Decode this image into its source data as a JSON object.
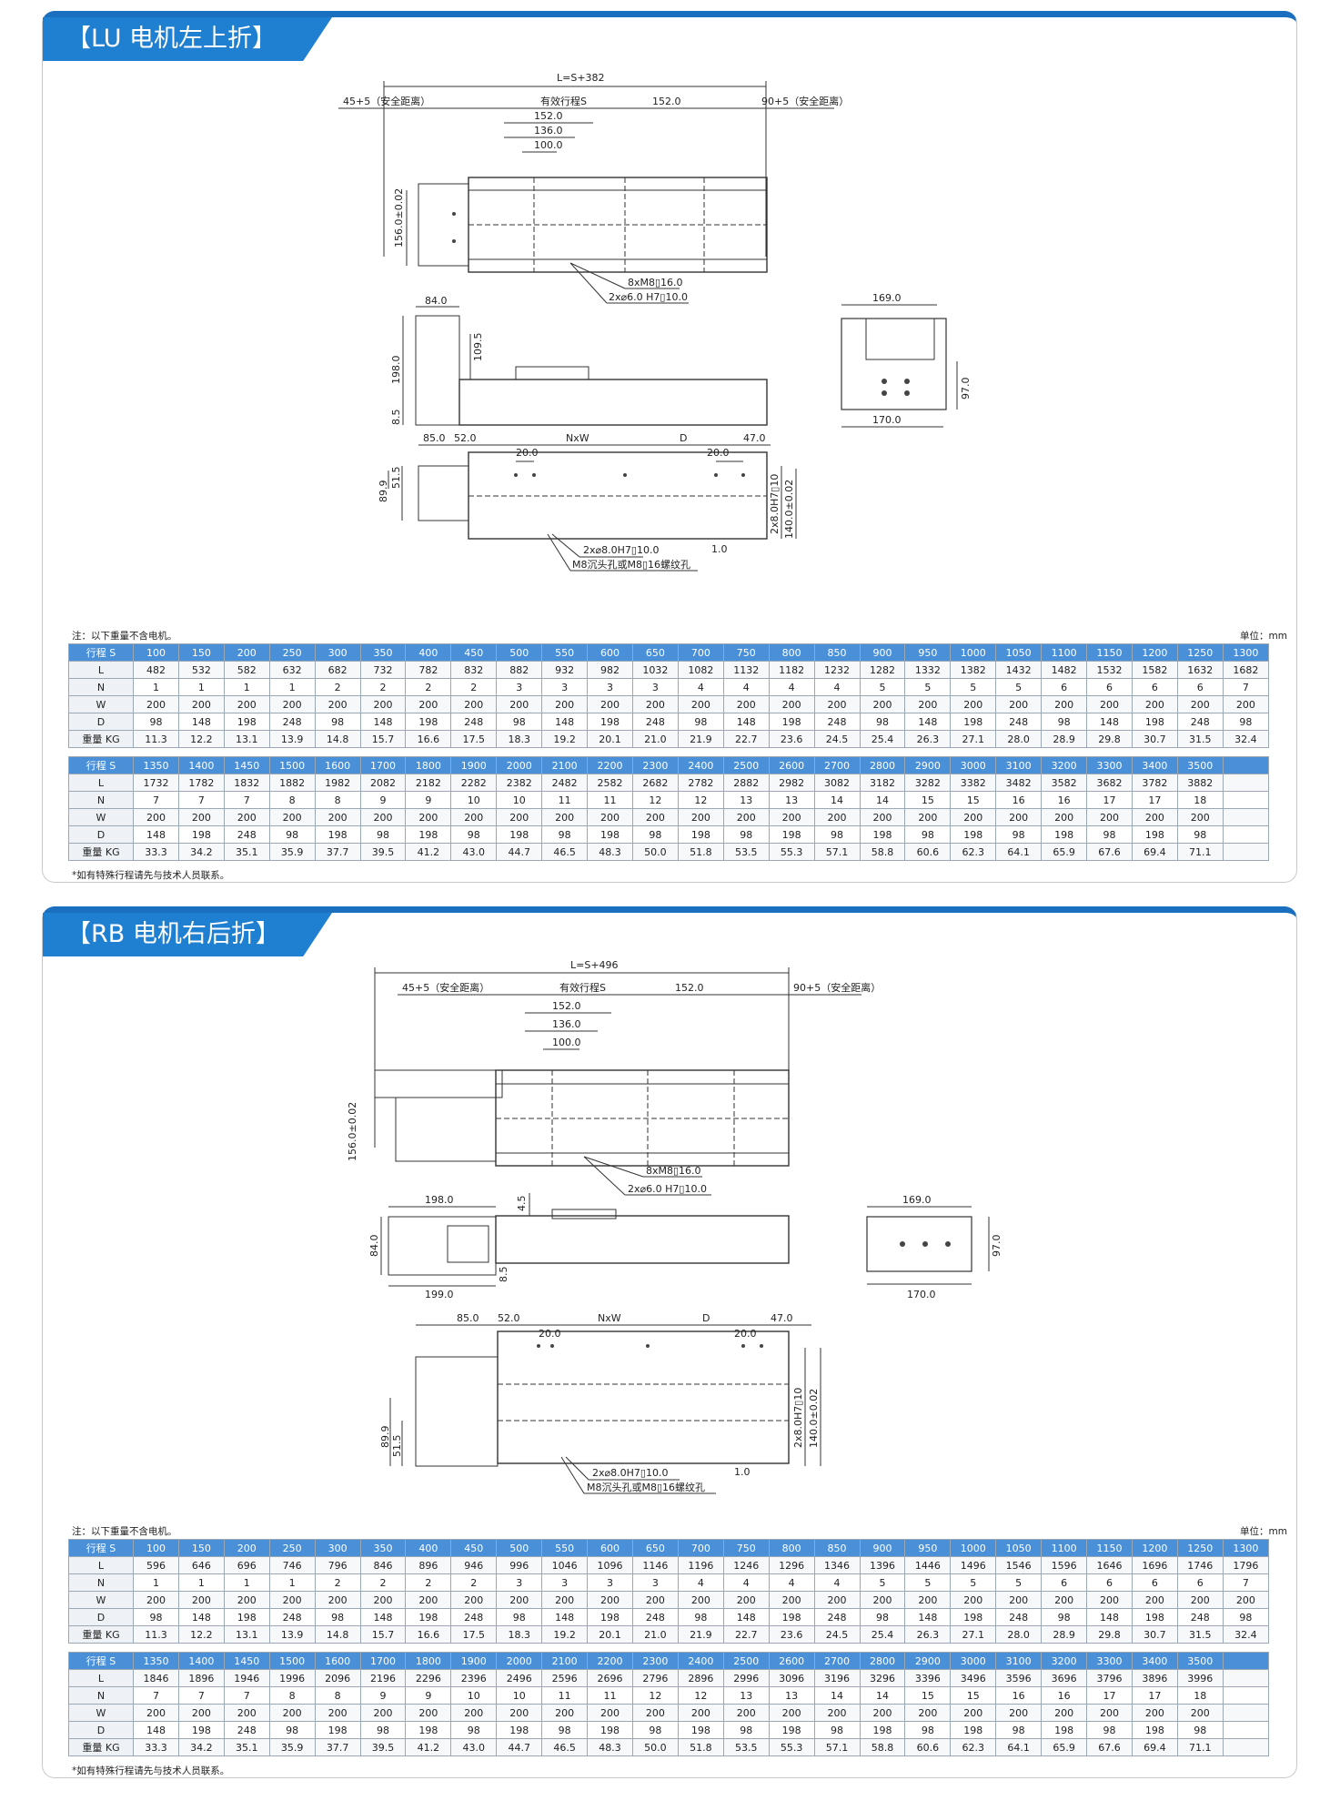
{
  "sections": [
    {
      "title": "【LU 电机左上折】",
      "drawing": {
        "total_length": "L=S+382",
        "left_safe": "45+5（安全距离）",
        "right_safe": "90+5（安全距离）",
        "stroke": "有效行程S",
        "dim_152_top": "152.0",
        "dim_152": "152.0",
        "dim_136": "136.0",
        "dim_100": "100.0",
        "height_156": "156.0±0.02",
        "holes_m8": "8xM8▯16.0",
        "holes_pin": "2x⌀6.0 H7▯10.0",
        "side_84": "84.0",
        "side_198": "198.0",
        "side_109": "109.5",
        "side_85b": "8.5",
        "end_169": "169.0",
        "end_170": "170.0",
        "end_97": "97.0",
        "bot_85": "85.0",
        "bot_52": "52.0",
        "bot_nxw": "NxW",
        "bot_d": "D",
        "bot_47": "47.0",
        "bot_20a": "20.0",
        "bot_20b": "20.0",
        "bot_899": "89.9",
        "bot_515": "51.5",
        "bot_pin8": "2x8.0H7▯10",
        "bot_140": "140.0±0.02",
        "bot_holes": "2x⌀8.0H7▯10.0",
        "bot_m8": "M8沉头孔或M8▯16螺纹孔",
        "bot_10": "1.0"
      },
      "note": "注：以下重量不含电机。",
      "unit": "单位：mm",
      "rows_a": [
        {
          "label": "行程 S",
          "values": [
            "100",
            "150",
            "200",
            "250",
            "300",
            "350",
            "400",
            "450",
            "500",
            "550",
            "600",
            "650",
            "700",
            "750",
            "800",
            "850",
            "900",
            "950",
            "1000",
            "1050",
            "1100",
            "1150",
            "1200",
            "1250",
            "1300"
          ]
        },
        {
          "label": "L",
          "values": [
            "482",
            "532",
            "582",
            "632",
            "682",
            "732",
            "782",
            "832",
            "882",
            "932",
            "982",
            "1032",
            "1082",
            "1132",
            "1182",
            "1232",
            "1282",
            "1332",
            "1382",
            "1432",
            "1482",
            "1532",
            "1582",
            "1632",
            "1682"
          ]
        },
        {
          "label": "N",
          "values": [
            "1",
            "1",
            "1",
            "1",
            "2",
            "2",
            "2",
            "2",
            "3",
            "3",
            "3",
            "3",
            "4",
            "4",
            "4",
            "4",
            "5",
            "5",
            "5",
            "5",
            "6",
            "6",
            "6",
            "6",
            "7"
          ]
        },
        {
          "label": "W",
          "values": [
            "200",
            "200",
            "200",
            "200",
            "200",
            "200",
            "200",
            "200",
            "200",
            "200",
            "200",
            "200",
            "200",
            "200",
            "200",
            "200",
            "200",
            "200",
            "200",
            "200",
            "200",
            "200",
            "200",
            "200",
            "200"
          ]
        },
        {
          "label": "D",
          "values": [
            "98",
            "148",
            "198",
            "248",
            "98",
            "148",
            "198",
            "248",
            "98",
            "148",
            "198",
            "248",
            "98",
            "148",
            "198",
            "248",
            "98",
            "148",
            "198",
            "248",
            "98",
            "148",
            "198",
            "248",
            "98"
          ]
        },
        {
          "label": "重量 KG",
          "values": [
            "11.3",
            "12.2",
            "13.1",
            "13.9",
            "14.8",
            "15.7",
            "16.6",
            "17.5",
            "18.3",
            "19.2",
            "20.1",
            "21.0",
            "21.9",
            "22.7",
            "23.6",
            "24.5",
            "25.4",
            "26.3",
            "27.1",
            "28.0",
            "28.9",
            "29.8",
            "30.7",
            "31.5",
            "32.4"
          ]
        }
      ],
      "rows_b": [
        {
          "label": "行程 S",
          "values": [
            "1350",
            "1400",
            "1450",
            "1500",
            "1600",
            "1700",
            "1800",
            "1900",
            "2000",
            "2100",
            "2200",
            "2300",
            "2400",
            "2500",
            "2600",
            "2700",
            "2800",
            "2900",
            "3000",
            "3100",
            "3200",
            "3300",
            "3400",
            "3500",
            ""
          ]
        },
        {
          "label": "L",
          "values": [
            "1732",
            "1782",
            "1832",
            "1882",
            "1982",
            "2082",
            "2182",
            "2282",
            "2382",
            "2482",
            "2582",
            "2682",
            "2782",
            "2882",
            "2982",
            "3082",
            "3182",
            "3282",
            "3382",
            "3482",
            "3582",
            "3682",
            "3782",
            "3882",
            ""
          ]
        },
        {
          "label": "N",
          "values": [
            "7",
            "7",
            "7",
            "8",
            "8",
            "9",
            "9",
            "10",
            "10",
            "11",
            "11",
            "12",
            "12",
            "13",
            "13",
            "14",
            "14",
            "15",
            "15",
            "16",
            "16",
            "17",
            "17",
            "18",
            ""
          ]
        },
        {
          "label": "W",
          "values": [
            "200",
            "200",
            "200",
            "200",
            "200",
            "200",
            "200",
            "200",
            "200",
            "200",
            "200",
            "200",
            "200",
            "200",
            "200",
            "200",
            "200",
            "200",
            "200",
            "200",
            "200",
            "200",
            "200",
            "200",
            ""
          ]
        },
        {
          "label": "D",
          "values": [
            "148",
            "198",
            "248",
            "98",
            "198",
            "98",
            "198",
            "98",
            "198",
            "98",
            "198",
            "98",
            "198",
            "98",
            "198",
            "98",
            "198",
            "98",
            "198",
            "98",
            "198",
            "98",
            "198",
            "98",
            ""
          ]
        },
        {
          "label": "重量 KG",
          "values": [
            "33.3",
            "34.2",
            "35.1",
            "35.9",
            "37.7",
            "39.5",
            "41.2",
            "43.0",
            "44.7",
            "46.5",
            "48.3",
            "50.0",
            "51.8",
            "53.5",
            "55.3",
            "57.1",
            "58.8",
            "60.6",
            "62.3",
            "64.1",
            "65.9",
            "67.6",
            "69.4",
            "71.1",
            ""
          ]
        }
      ],
      "footnote": "*如有特殊行程请先与技术人员联系。"
    },
    {
      "title": "【RB 电机右后折】",
      "drawing": {
        "total_length": "L=S+496",
        "left_safe": "45+5（安全距离）",
        "right_safe": "90+5（安全距离）",
        "stroke": "有效行程S",
        "dim_152_top": "152.0",
        "dim_152": "152.0",
        "dim_136": "136.0",
        "dim_100": "100.0",
        "height_156": "156.0±0.02",
        "holes_m8": "8xM8▯16.0",
        "holes_pin": "2x⌀6.0 H7▯10.0",
        "side_84": "84.0",
        "side_198": "198.0",
        "side_199": "199.0",
        "side_45": "4.5",
        "side_85b": "8.5",
        "end_169": "169.0",
        "end_170": "170.0",
        "end_97": "97.0",
        "bot_85": "85.0",
        "bot_52": "52.0",
        "bot_nxw": "NxW",
        "bot_d": "D",
        "bot_47": "47.0",
        "bot_20a": "20.0",
        "bot_20b": "20.0",
        "bot_899": "89.9",
        "bot_515": "51.5",
        "bot_pin8": "2x8.0H7▯10",
        "bot_140": "140.0±0.02",
        "bot_holes": "2x⌀8.0H7▯10.0",
        "bot_m8": "M8沉头孔或M8▯16螺纹孔",
        "bot_10": "1.0"
      },
      "note": "注：以下重量不含电机。",
      "unit": "单位：mm",
      "rows_a": [
        {
          "label": "行程 S",
          "values": [
            "100",
            "150",
            "200",
            "250",
            "300",
            "350",
            "400",
            "450",
            "500",
            "550",
            "600",
            "650",
            "700",
            "750",
            "800",
            "850",
            "900",
            "950",
            "1000",
            "1050",
            "1100",
            "1150",
            "1200",
            "1250",
            "1300"
          ]
        },
        {
          "label": "L",
          "values": [
            "596",
            "646",
            "696",
            "746",
            "796",
            "846",
            "896",
            "946",
            "996",
            "1046",
            "1096",
            "1146",
            "1196",
            "1246",
            "1296",
            "1346",
            "1396",
            "1446",
            "1496",
            "1546",
            "1596",
            "1646",
            "1696",
            "1746",
            "1796"
          ]
        },
        {
          "label": "N",
          "values": [
            "1",
            "1",
            "1",
            "1",
            "2",
            "2",
            "2",
            "2",
            "3",
            "3",
            "3",
            "3",
            "4",
            "4",
            "4",
            "4",
            "5",
            "5",
            "5",
            "5",
            "6",
            "6",
            "6",
            "6",
            "7"
          ]
        },
        {
          "label": "W",
          "values": [
            "200",
            "200",
            "200",
            "200",
            "200",
            "200",
            "200",
            "200",
            "200",
            "200",
            "200",
            "200",
            "200",
            "200",
            "200",
            "200",
            "200",
            "200",
            "200",
            "200",
            "200",
            "200",
            "200",
            "200",
            "200"
          ]
        },
        {
          "label": "D",
          "values": [
            "98",
            "148",
            "198",
            "248",
            "98",
            "148",
            "198",
            "248",
            "98",
            "148",
            "198",
            "248",
            "98",
            "148",
            "198",
            "248",
            "98",
            "148",
            "198",
            "248",
            "98",
            "148",
            "198",
            "248",
            "98"
          ]
        },
        {
          "label": "重量 KG",
          "values": [
            "11.3",
            "12.2",
            "13.1",
            "13.9",
            "14.8",
            "15.7",
            "16.6",
            "17.5",
            "18.3",
            "19.2",
            "20.1",
            "21.0",
            "21.9",
            "22.7",
            "23.6",
            "24.5",
            "25.4",
            "26.3",
            "27.1",
            "28.0",
            "28.9",
            "29.8",
            "30.7",
            "31.5",
            "32.4"
          ]
        }
      ],
      "rows_b": [
        {
          "label": "行程 S",
          "values": [
            "1350",
            "1400",
            "1450",
            "1500",
            "1600",
            "1700",
            "1800",
            "1900",
            "2000",
            "2100",
            "2200",
            "2300",
            "2400",
            "2500",
            "2600",
            "2700",
            "2800",
            "2900",
            "3000",
            "3100",
            "3200",
            "3300",
            "3400",
            "3500",
            ""
          ]
        },
        {
          "label": "L",
          "values": [
            "1846",
            "1896",
            "1946",
            "1996",
            "2096",
            "2196",
            "2296",
            "2396",
            "2496",
            "2596",
            "2696",
            "2796",
            "2896",
            "2996",
            "3096",
            "3196",
            "3296",
            "3396",
            "3496",
            "3596",
            "3696",
            "3796",
            "3896",
            "3996",
            ""
          ]
        },
        {
          "label": "N",
          "values": [
            "7",
            "7",
            "7",
            "8",
            "8",
            "9",
            "9",
            "10",
            "10",
            "11",
            "11",
            "12",
            "12",
            "13",
            "13",
            "14",
            "14",
            "15",
            "15",
            "16",
            "16",
            "17",
            "17",
            "18",
            ""
          ]
        },
        {
          "label": "W",
          "values": [
            "200",
            "200",
            "200",
            "200",
            "200",
            "200",
            "200",
            "200",
            "200",
            "200",
            "200",
            "200",
            "200",
            "200",
            "200",
            "200",
            "200",
            "200",
            "200",
            "200",
            "200",
            "200",
            "200",
            "200",
            ""
          ]
        },
        {
          "label": "D",
          "values": [
            "148",
            "198",
            "248",
            "98",
            "198",
            "98",
            "198",
            "98",
            "198",
            "98",
            "198",
            "98",
            "198",
            "98",
            "198",
            "98",
            "198",
            "98",
            "198",
            "98",
            "198",
            "98",
            "198",
            "98",
            ""
          ]
        },
        {
          "label": "重量 KG",
          "values": [
            "33.3",
            "34.2",
            "35.1",
            "35.9",
            "37.7",
            "39.5",
            "41.2",
            "43.0",
            "44.7",
            "46.5",
            "48.3",
            "50.0",
            "51.8",
            "53.5",
            "55.3",
            "57.1",
            "58.8",
            "60.6",
            "62.3",
            "64.1",
            "65.9",
            "67.6",
            "69.4",
            "71.1",
            ""
          ]
        }
      ],
      "footnote": "*如有特殊行程请先与技术人员联系。"
    }
  ]
}
